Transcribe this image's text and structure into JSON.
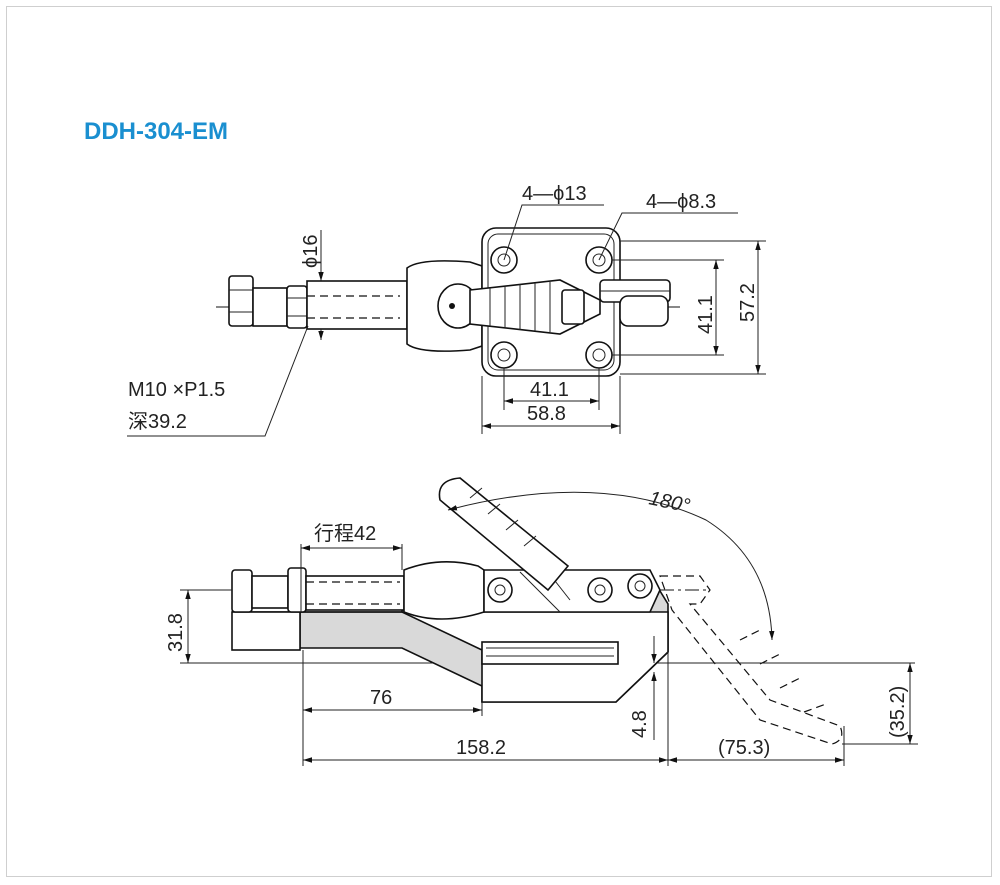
{
  "model": "DDH-304-EM",
  "top_view": {
    "hole_large": "4—ϕ13",
    "hole_small": "4—ϕ8.3",
    "rod_diameter": "ϕ16",
    "thread_line1": "M10 ×P1.5",
    "thread_line2": "深39.2",
    "dim_width_inner": "41.1",
    "dim_width_outer": "58.8",
    "dim_height_inner": "41.1",
    "dim_height_outer": "57.2"
  },
  "side_view": {
    "stroke": "行程42",
    "angle": "180°",
    "height": "31.8",
    "offset": "76",
    "total_length": "158.2",
    "handle_reach": "(75.3)",
    "base_thickness": "4.8",
    "handle_height": "(35.2)"
  },
  "colors": {
    "title": "#1a8fd0",
    "line": "#111111",
    "shade": "#d9d9d9"
  }
}
